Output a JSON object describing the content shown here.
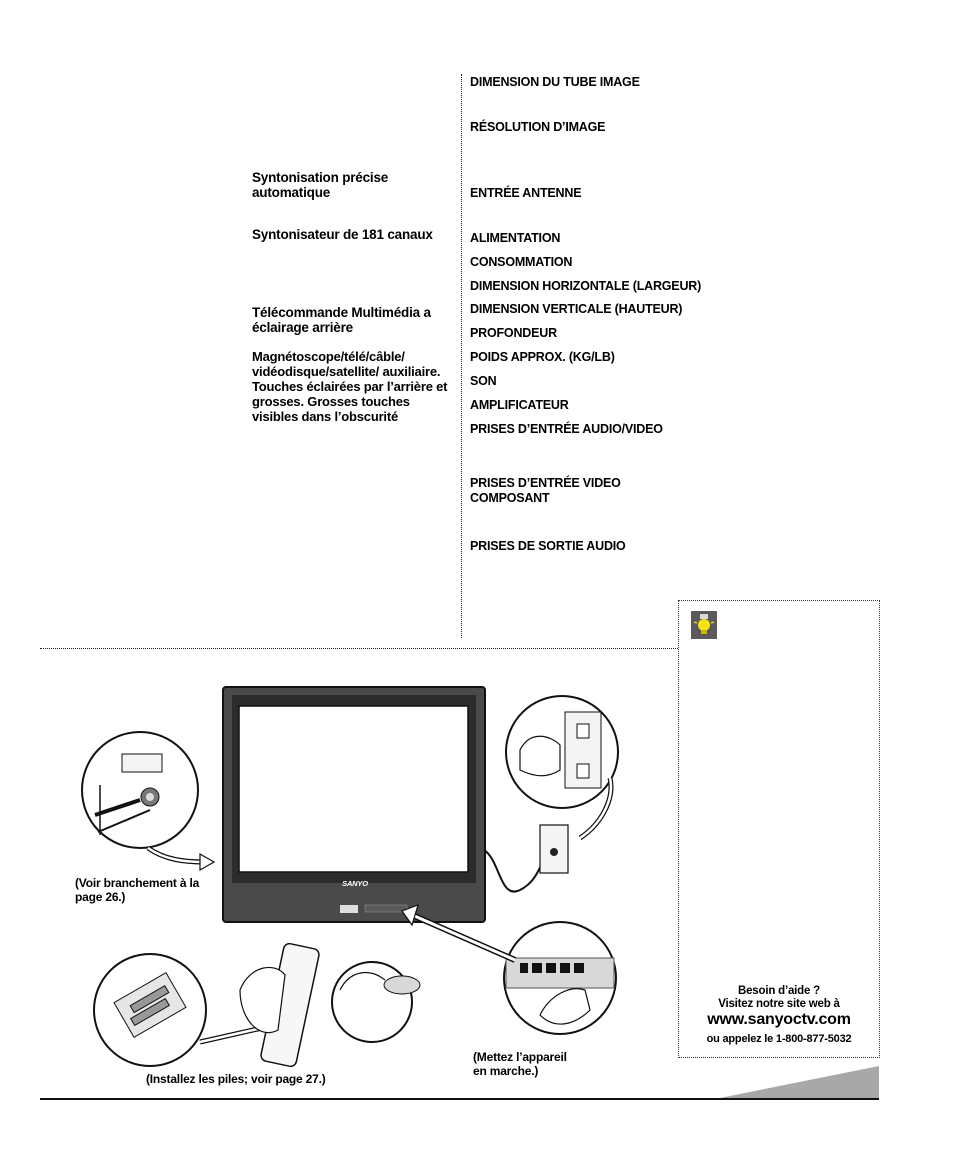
{
  "features": {
    "auto_fine_tuning": "Syntonisation précise automatique",
    "tuner_181": "Syntonisateur de 181 canaux",
    "remote_title": "Télécommande Multimédia a éclairage arrière",
    "remote_desc": "Magnétoscope/télé/câble/ vidéodisque/satellite/ auxiliaire.  Touches éclairées par l’arrière et grosses. Grosses touches visibles dans l’obscurité"
  },
  "specs": {
    "tube": "DIMENSION DU TUBE IMAGE",
    "resolution": "RÉSOLUTION D’IMAGE",
    "antenna": "ENTRÉE ANTENNE",
    "power": "ALIMENTATION",
    "consumption": "CONSOMMATION",
    "width": "DIMENSION HORIZONTALE (LARGEUR)",
    "height": "DIMENSION VERTICALE (HAUTEUR)",
    "depth": "PROFONDEUR",
    "weight": "POIDS APPROX. (KG/LB)",
    "sound": "SON",
    "amplifier": "AMPLIFICATEUR",
    "av_inputs": "PRISES D’ENTRÉE AUDIO/VIDEO",
    "component_inputs": "PRISES D’ENTRÉE VIDEO COMPOSANT",
    "audio_outputs": "PRISES DE SORTIE AUDIO"
  },
  "captions": {
    "connection": "(Voir branchement à la page 26.)",
    "batteries": "(Installez les piles; voir page 27.)",
    "power_on": "(Mettez l’appareil en marche.)"
  },
  "tv": {
    "brand": "SANYO"
  },
  "help": {
    "line1": "Besoin d’aide ?",
    "line2": "Visitez notre site web à",
    "url": "www.sanyoctv.com",
    "phone": "ou appelez le 1-800-877-5032"
  },
  "icons": {
    "tip": "lightbulb-icon"
  },
  "colors": {
    "bulb": "#f4e21a",
    "bulb_bg": "#5a5a5a",
    "corner_tab": "#a8a8a8"
  }
}
